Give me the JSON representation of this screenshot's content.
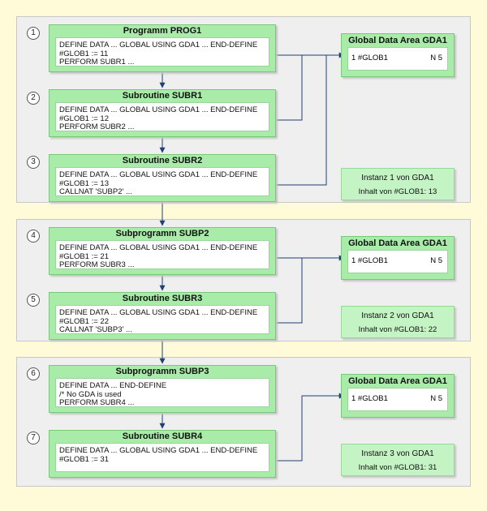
{
  "sections": [
    {
      "steps": [
        {
          "num": "1",
          "title": "Programm PROG1",
          "lines": [
            "DEFINE DATA ... GLOBAL USING GDA1 ... END-DEFINE",
            "#GLOB1 := 11",
            "PERFORM SUBR1 ..."
          ]
        },
        {
          "num": "2",
          "title": "Subroutine SUBR1",
          "lines": [
            "DEFINE DATA ... GLOBAL USING GDA1 ... END-DEFINE",
            "#GLOB1 := 12",
            "PERFORM SUBR2 ..."
          ]
        },
        {
          "num": "3",
          "title": "Subroutine SUBR2",
          "lines": [
            "DEFINE DATA ... GLOBAL USING GDA1 ... END-DEFINE",
            "#GLOB1 := 13",
            "CALLNAT 'SUBP2' ..."
          ]
        }
      ],
      "gda": {
        "title": "Global Data Area GDA1",
        "var": "1 #GLOB1",
        "format": "N 5"
      },
      "instance": {
        "label": "Instanz 1 von GDA1",
        "content": "Inhalt von #GLOB1: 13"
      }
    },
    {
      "steps": [
        {
          "num": "4",
          "title": "Subprogramm SUBP2",
          "lines": [
            "DEFINE DATA ... GLOBAL USING GDA1 ... END-DEFINE",
            "#GLOB1 := 21",
            "PERFORM SUBR3 ..."
          ]
        },
        {
          "num": "5",
          "title": "Subroutine SUBR3",
          "lines": [
            "DEFINE DATA ... GLOBAL USING GDA1 ... END-DEFINE",
            "#GLOB1 := 22",
            "CALLNAT 'SUBP3' ..."
          ]
        }
      ],
      "gda": {
        "title": "Global Data Area GDA1",
        "var": "1 #GLOB1",
        "format": "N 5"
      },
      "instance": {
        "label": "Instanz 2 von GDA1",
        "content": "Inhalt von #GLOB1: 22"
      }
    },
    {
      "steps": [
        {
          "num": "6",
          "title": "Subprogramm SUBP3",
          "lines": [
            "DEFINE DATA ... END-DEFINE",
            "/* No GDA is used",
            "PERFORM SUBR4 ..."
          ]
        },
        {
          "num": "7",
          "title": "Subroutine SUBR4",
          "lines": [
            "DEFINE DATA ... GLOBAL USING GDA1 ... END-DEFINE",
            "#GLOB1 := 31"
          ]
        }
      ],
      "gda": {
        "title": "Global Data Area GDA1",
        "var": "1 #GLOB1",
        "format": "N 5"
      },
      "instance": {
        "label": "Instanz 3 von GDA1",
        "content": "Inhalt von #GLOB1: 31"
      }
    }
  ],
  "colors": {
    "background": "#fffbd9",
    "section": "#efefef",
    "box": "#a9eba9",
    "instance": "#c4f3c4",
    "connector": "#1f3f75"
  }
}
